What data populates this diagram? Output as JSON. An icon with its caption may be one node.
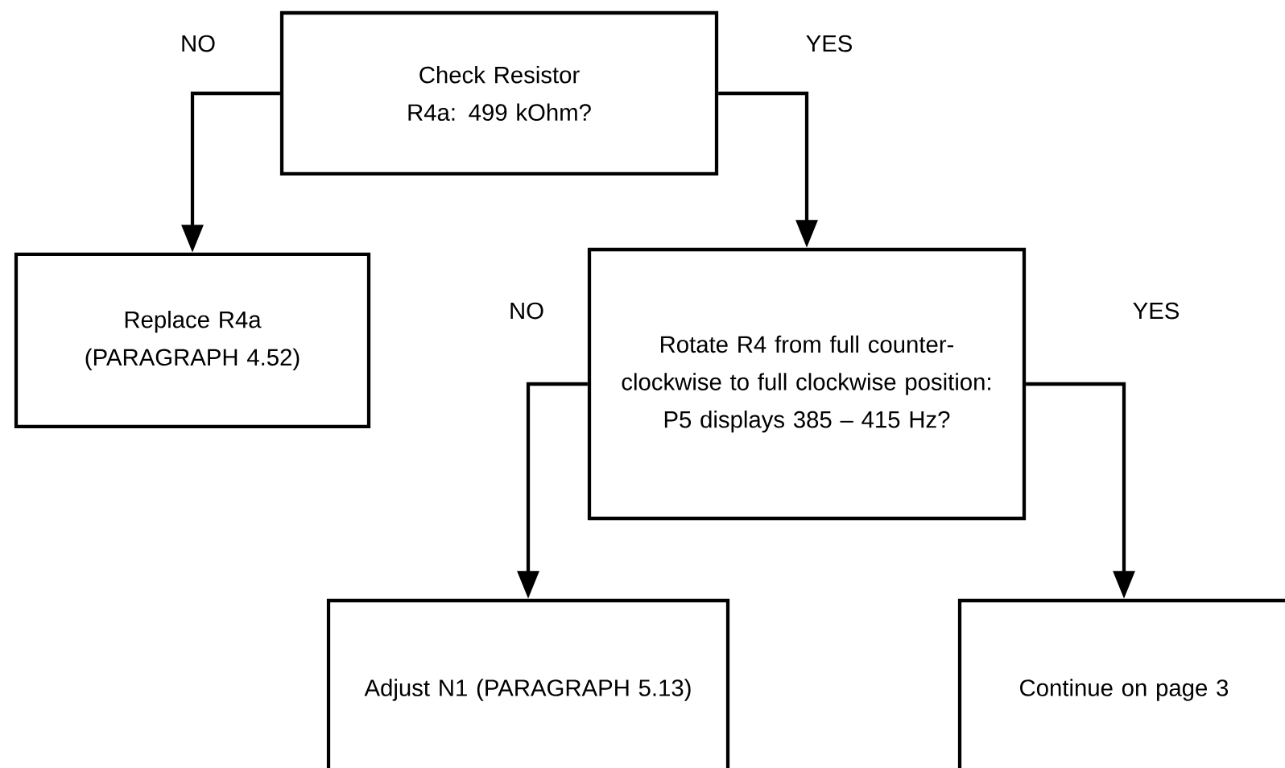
{
  "diagram": {
    "nodes": [
      {
        "text": [
          "Check Resistor R4a: 499 kOhm?"
        ]
      },
      {
        "text": [
          "Replace R4a (PARAGRAPH 4.52)"
        ]
      },
      {
        "text": [
          "Rotate R4 from full counter-clockwise to full clockwise position: P5 displays 385 – 415 Hz?"
        ]
      },
      {
        "text": [
          "Adjust N1 (PARAGRAPH 5.13)"
        ]
      },
      {
        "text": [
          "Continue on page 3"
        ]
      }
    ],
    "edges": [
      {
        "from": 0,
        "to": 1,
        "arrow": "to",
        "label": "NO"
      },
      {
        "from": 0,
        "to": 2,
        "arrow": "to",
        "label": "YES"
      },
      {
        "from": 2,
        "to": 3,
        "arrow": "to",
        "label": "NO"
      },
      {
        "from": 2,
        "to": 4,
        "arrow": "to",
        "label": "YES"
      }
    ]
  }
}
